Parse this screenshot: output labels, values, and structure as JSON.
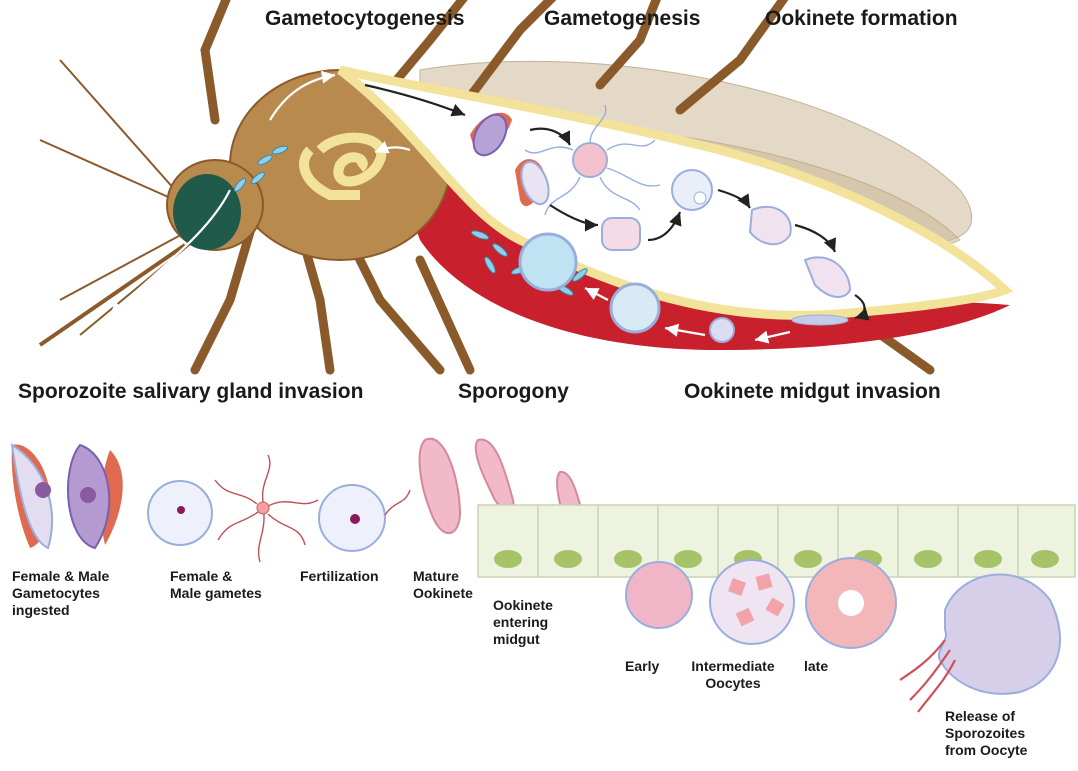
{
  "stage_titles": {
    "gametocytogenesis": "Gametocytogenesis",
    "gametogenesis": "Gametogenesis",
    "ookinete_formation": "Ookinete formation",
    "sporozoite_invasion": "Sporozoite salivary gland invasion",
    "sporogony": "Sporogony",
    "ookinete_midgut_invasion": "Ookinete  midgut invasion"
  },
  "captions": {
    "gametocytes": "Female & Male Gametocytes ingested",
    "gametes": "Female & Male gametes",
    "fertilization": "Fertilization",
    "mature_ookinete": "Mature Ookinete",
    "ookinete_entering": "Ookinete entering midgut",
    "early": "Early",
    "intermediate": "Intermediate Oocytes",
    "late": "late",
    "release": "Release of Sporozoites from Oocyte"
  },
  "colors": {
    "mosquito_body": "#b98a4e",
    "mosquito_dark": "#8a5a2a",
    "eye": "#1f5a4a",
    "midgut_outline": "#f3e39a",
    "blood": "#c8202c",
    "cell_membrane": "#9aaede",
    "gametocyte_red": "#e06a50",
    "gametocyte_purple": "#b7a2d8",
    "ookinete_pink": "#f2b9c8",
    "epithelium": "#eef3df",
    "nucleus": "#a7c36a",
    "oocyst_lilac": "#d7cfea",
    "sporozoite_blue": "#8fd0e8"
  }
}
